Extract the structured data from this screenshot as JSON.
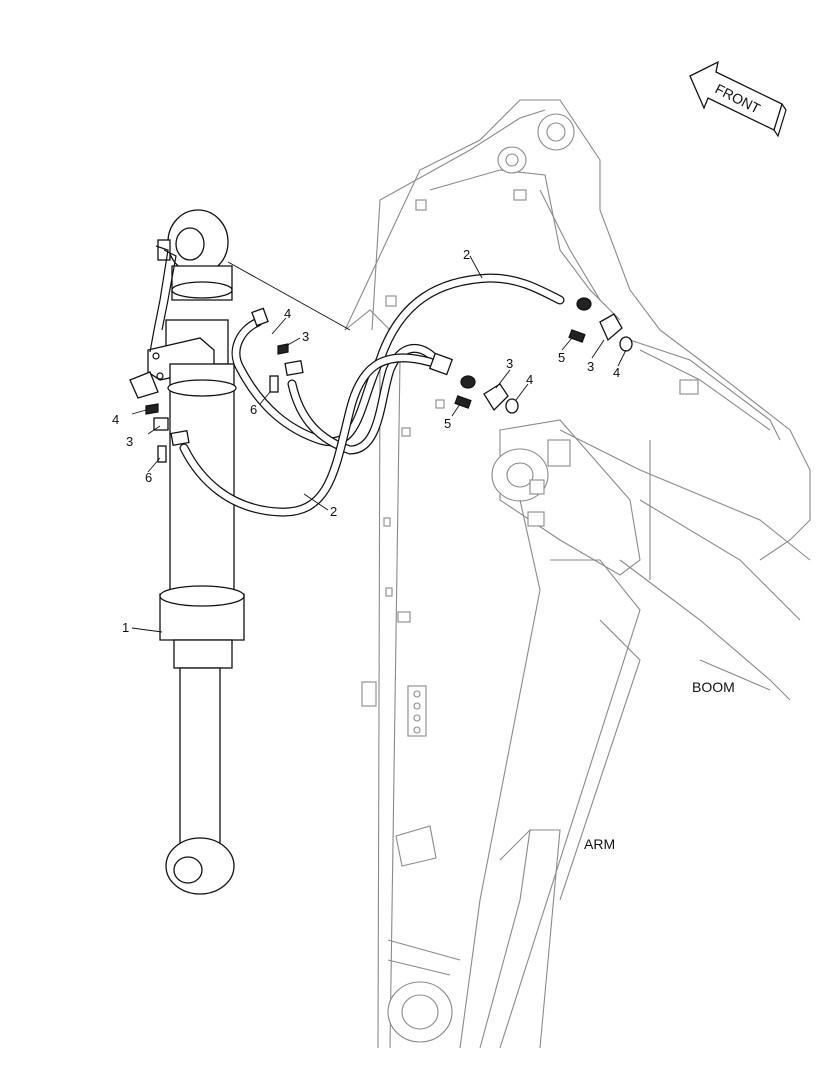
{
  "labels": {
    "front": "FRONT",
    "boom": "BOOM",
    "arm": "ARM",
    "callouts": {
      "part_1": "1",
      "part_2_upper": "2",
      "part_2_lower": "2",
      "part_3_a": "3",
      "part_3_b": "3",
      "part_3_c": "3",
      "part_3_d": "3",
      "part_4_a": "4",
      "part_4_b": "4",
      "part_4_c": "4",
      "part_4_d": "4",
      "part_5_a": "5",
      "part_5_b": "5",
      "part_6_a": "6",
      "part_6_b": "6"
    }
  },
  "colors": {
    "line": "#111111",
    "outline_gray": "#8a8a8a",
    "background": "#ffffff"
  }
}
